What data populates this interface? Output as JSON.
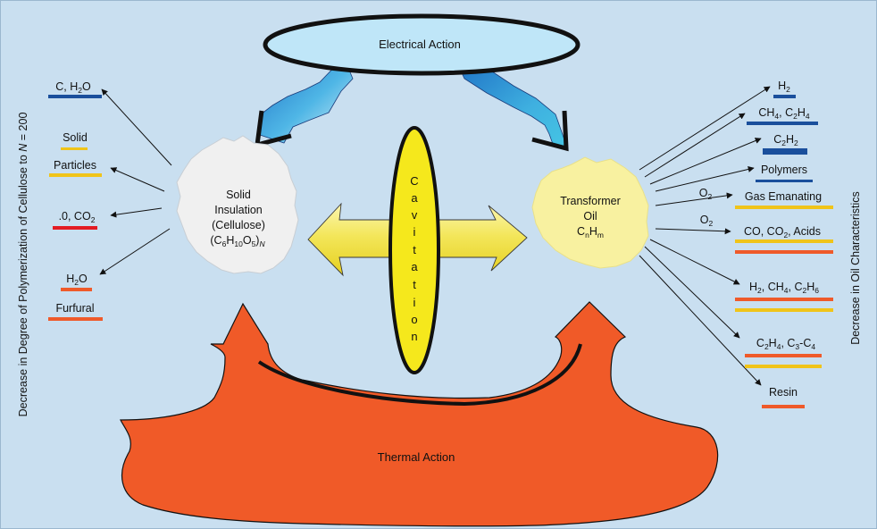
{
  "colors": {
    "background": "#c9dff0",
    "blue_bar": "#1a4f9c",
    "yellow_bar": "#f0c419",
    "red_bar": "#e31b23",
    "orange_bar": "#ef5a2a",
    "thermal_fill": "#f05a28",
    "oil_fill": "#f8f1a0",
    "cellulose_fill": "#f0f0f0",
    "electric_fill": "#bfe6f8",
    "cavitation_fill": "#f5e81c"
  },
  "left_axis_label": "Decrease in Degree of Polymerization of Cellulose to ",
  "left_axis_n": "N",
  "left_axis_tail": " = 200",
  "right_axis_label": "Decrease in Oil Characteristics",
  "electrical": {
    "label": "Electrical Action"
  },
  "thermal": {
    "label": "Thermal Action"
  },
  "cavitation": {
    "letters": [
      "C",
      "a",
      "v",
      "i",
      "t",
      "a",
      "t",
      "i",
      "o",
      "n"
    ]
  },
  "cellulose": {
    "line1": "Solid",
    "line2": "Insulation",
    "line3": "(Cellulose)",
    "formula": {
      "a": "(C",
      "b": "6",
      "c": "H",
      "d": "10",
      "e": "O",
      "f": "5",
      "g": ")",
      "h": "N"
    }
  },
  "oil": {
    "line1": "Transformer",
    "line2": "Oil",
    "formula": {
      "a": "C",
      "b": "n",
      "c": "H",
      "d": "m"
    }
  },
  "left_products": {
    "c_h2o": {
      "a": "C, H",
      "b": "2",
      "c": "O"
    },
    "solid": "Solid",
    "particles": "Particles",
    "co2": {
      "a": ".0, CO",
      "b": "2"
    },
    "h2o": {
      "a": "H",
      "b": "2",
      "c": "O"
    },
    "furfural": "Furfural"
  },
  "right_products": {
    "h2": {
      "a": "H",
      "b": "2"
    },
    "ch4_c2h4": {
      "a": "CH",
      "b": "4",
      "c": ", C",
      "d": "2",
      "e": "H",
      "f": "4"
    },
    "c2h2": {
      "a": "C",
      "b": "2",
      "c": "H",
      "d": "2"
    },
    "polymers": "Polymers",
    "gas_emanating": "Gas Emanating",
    "o2_first": {
      "a": "O",
      "b": "2"
    },
    "o2_second": {
      "a": "O",
      "b": "2"
    },
    "co_acids": {
      "a": "CO, CO",
      "b": "2",
      "c": ", Acids"
    },
    "h2_ch4_c2h6": {
      "a": "H",
      "b": "2",
      "c": ", CH",
      "d": "4",
      "e": ", C",
      "f": "2",
      "g": "H",
      "h": "6"
    },
    "c2h4_c3c4": {
      "a": "C",
      "b": "2",
      "c": "H",
      "d": "4",
      "e": ", C",
      "f": "3",
      "g": "-C",
      "h": "4"
    },
    "resin": "Resin"
  }
}
